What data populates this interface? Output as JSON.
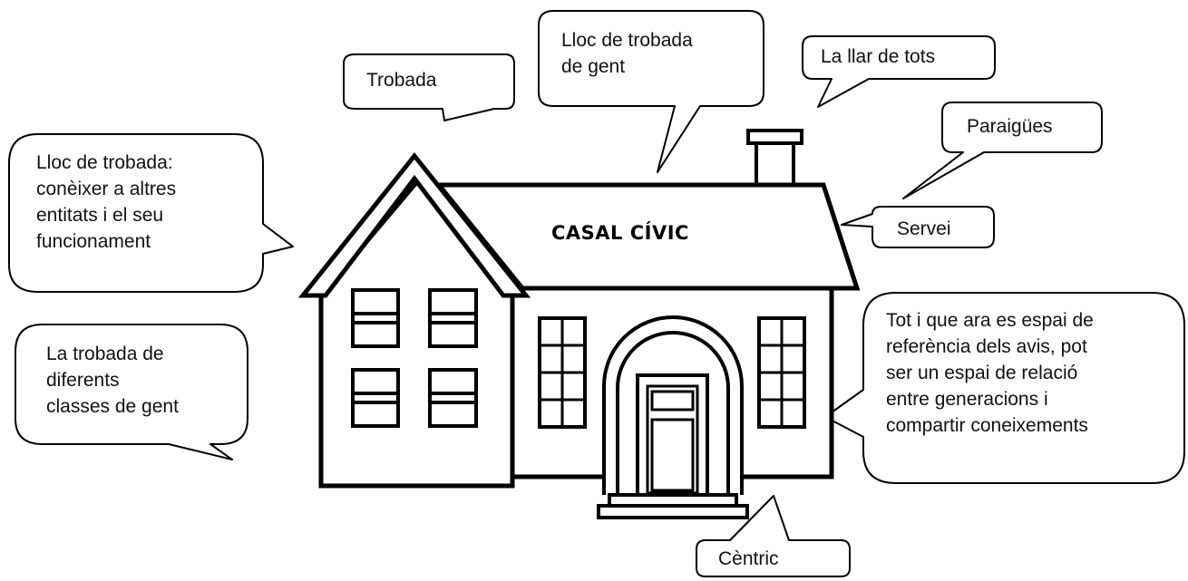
{
  "house": {
    "label": "CASAL CÍVIC"
  },
  "callouts": {
    "trobada": "Trobada",
    "lloc_trobada_gent": "Lloc de trobada\nde gent",
    "llar_de_tots": "La llar de tots",
    "paraigues": "Paraigües",
    "servei": "Servei",
    "lloc_trobada_entitats": "Lloc de trobada:\nconèixer a altres\nentitats i el seu\nfuncionament",
    "trobada_classes": "La trobada de\ndiferents\nclasses de gent",
    "relacio_generacions": "Tot i que ara es espai de\nreferència dels avis, pot\nser un espai de relació\nentre generacions i\ncompartir coneixements",
    "centric": "Cèntric"
  },
  "colors": {
    "stroke": "#000000",
    "background": "#ffffff"
  }
}
